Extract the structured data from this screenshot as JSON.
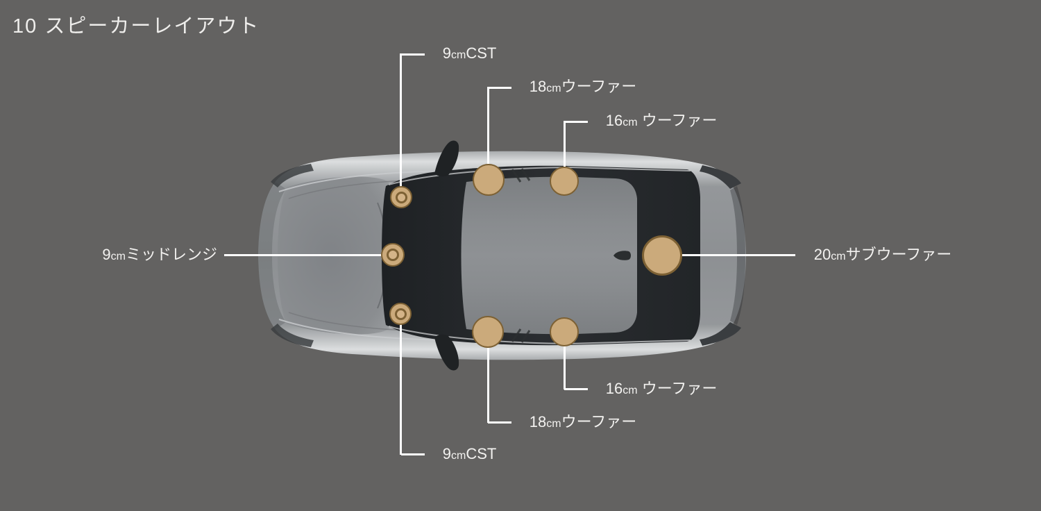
{
  "title": "10 スピーカーレイアウト",
  "colors": {
    "background": "#636261",
    "callout_line": "#ffffff",
    "speaker_fill": "#cbaa7b",
    "speaker_border": "#7d6134",
    "label_text": "#f3f2f0"
  },
  "speaker_labels": {
    "cst_top": {
      "size": "9",
      "unit": "cm",
      "name": "CST"
    },
    "woofer18_top": {
      "size": "18",
      "unit": "cm",
      "name": "ウーファー"
    },
    "woofer16_top": {
      "size": "16",
      "unit": "cm",
      "name": " ウーファー"
    },
    "midrange_left": {
      "size": "9",
      "unit": "cm",
      "name": "ミッドレンジ"
    },
    "subwoofer_right": {
      "size": "20",
      "unit": "cm",
      "name": "サブウーファー"
    },
    "woofer16_bottom": {
      "size": "16",
      "unit": "cm",
      "name": " ウーファー"
    },
    "woofer18_bottom": {
      "size": "18",
      "unit": "cm",
      "name": "ウーファー"
    },
    "cst_bottom": {
      "size": "9",
      "unit": "cm",
      "name": "CST"
    }
  }
}
